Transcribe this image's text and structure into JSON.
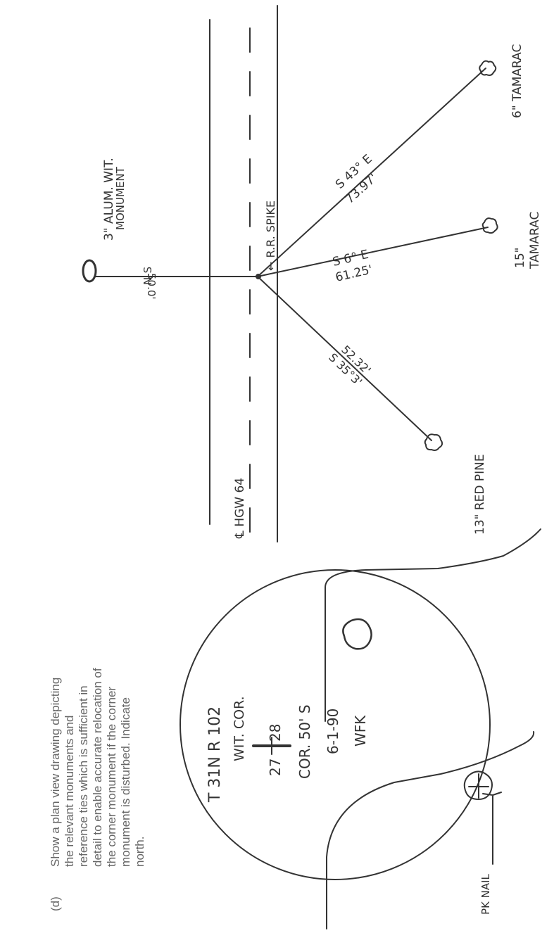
{
  "question": {
    "label": "(d)",
    "lines": [
      "Show a plan view drawing depicting",
      "the relevant monuments and",
      "reference ties which is sufficient in",
      "detail to enable accurate relocation of",
      "the corner monument if the corner",
      "monument is disturbed. Indicate",
      "north."
    ]
  },
  "sketch": {
    "monument_top": {
      "line1": "3\" ALUM. WIT.",
      "line2": "MONUMENT",
      "bearing": "N-S",
      "distance": "50.0'"
    },
    "spike": "← R.R. SPIKE",
    "road": "℄ HGW 64",
    "ties": [
      {
        "bearing": "S 43° E",
        "distance": "73.97'",
        "tree": "6\" TAMARAC"
      },
      {
        "bearing": "S 6° E",
        "distance": "61.25'",
        "tree_size": "15\"",
        "tree_name": "TAMARAC"
      },
      {
        "bearing": "S 35°3'",
        "distance": "52.32'",
        "tree": "13\" RED PINE"
      }
    ],
    "pk_nail": "PK NAIL",
    "detail": {
      "line1": "T 31N R 102",
      "line2": "WIT. COR.",
      "sec_left": "27",
      "sec_right": "28",
      "line4": "COR.    50' S",
      "line5": "6-1-90",
      "line6": "WFK"
    }
  },
  "colors": {
    "ink": "#333333",
    "print": "#666666",
    "paper": "#ffffff"
  }
}
